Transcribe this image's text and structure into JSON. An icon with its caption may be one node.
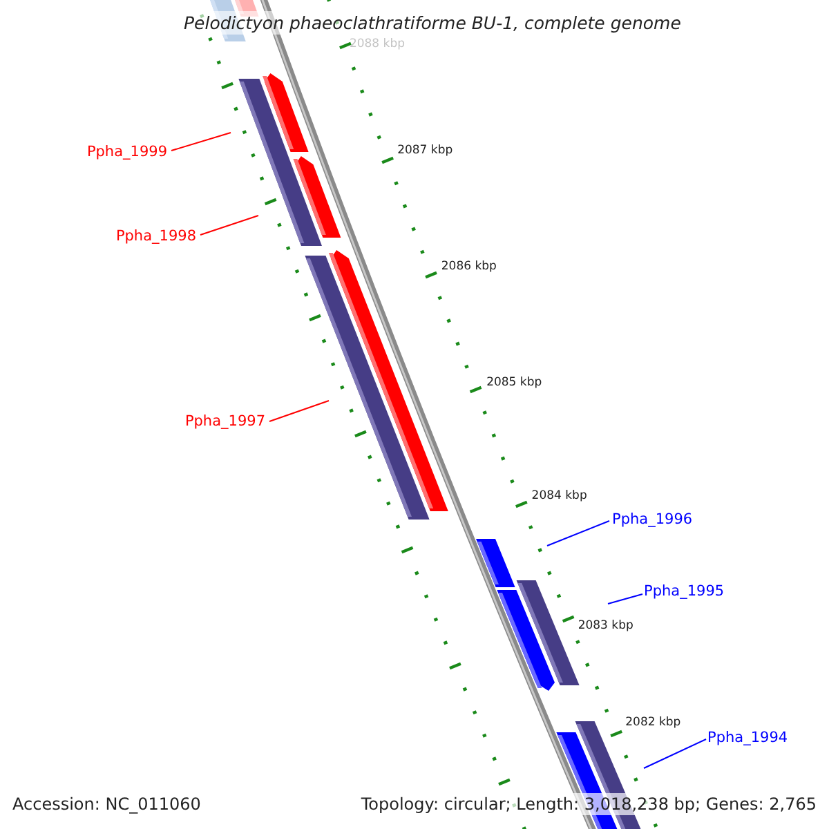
{
  "diagram": {
    "title": "Pelodictyon phaeoclathratiforme BU-1, complete genome",
    "nodes": [
      {
        "text": [
          "Ppha_1999"
        ]
      },
      {
        "text": [
          "Ppha_1998"
        ]
      },
      {
        "text": [
          "Ppha_1997"
        ]
      },
      {
        "text": [
          "Ppha_1996"
        ]
      },
      {
        "text": [
          "Ppha_1995"
        ]
      },
      {
        "text": [
          "Ppha_1994"
        ]
      }
    ],
    "edges": [
      {
        "from": 0,
        "to": null,
        "arrow": "none",
        "color": "#ff0000"
      },
      {
        "from": 1,
        "to": null,
        "arrow": "none",
        "color": "#ff0000"
      },
      {
        "from": 2,
        "to": null,
        "arrow": "none",
        "color": "#ff0000"
      },
      {
        "from": 3,
        "to": null,
        "arrow": "none",
        "color": "#0000ff"
      },
      {
        "from": 4,
        "to": null,
        "arrow": "none",
        "color": "#0000ff"
      },
      {
        "from": 5,
        "to": null,
        "arrow": "none",
        "color": "#0000ff"
      }
    ],
    "labels": [
      "2088 kbp",
      "2087 kbp",
      "2086 kbp",
      "2085 kbp",
      "2084 kbp",
      "2083 kbp",
      "2082 kbp",
      "Accession: NC_011060",
      "Topology: circular; Length: 3,018,238 bp; Genes: 2,765"
    ]
  }
}
